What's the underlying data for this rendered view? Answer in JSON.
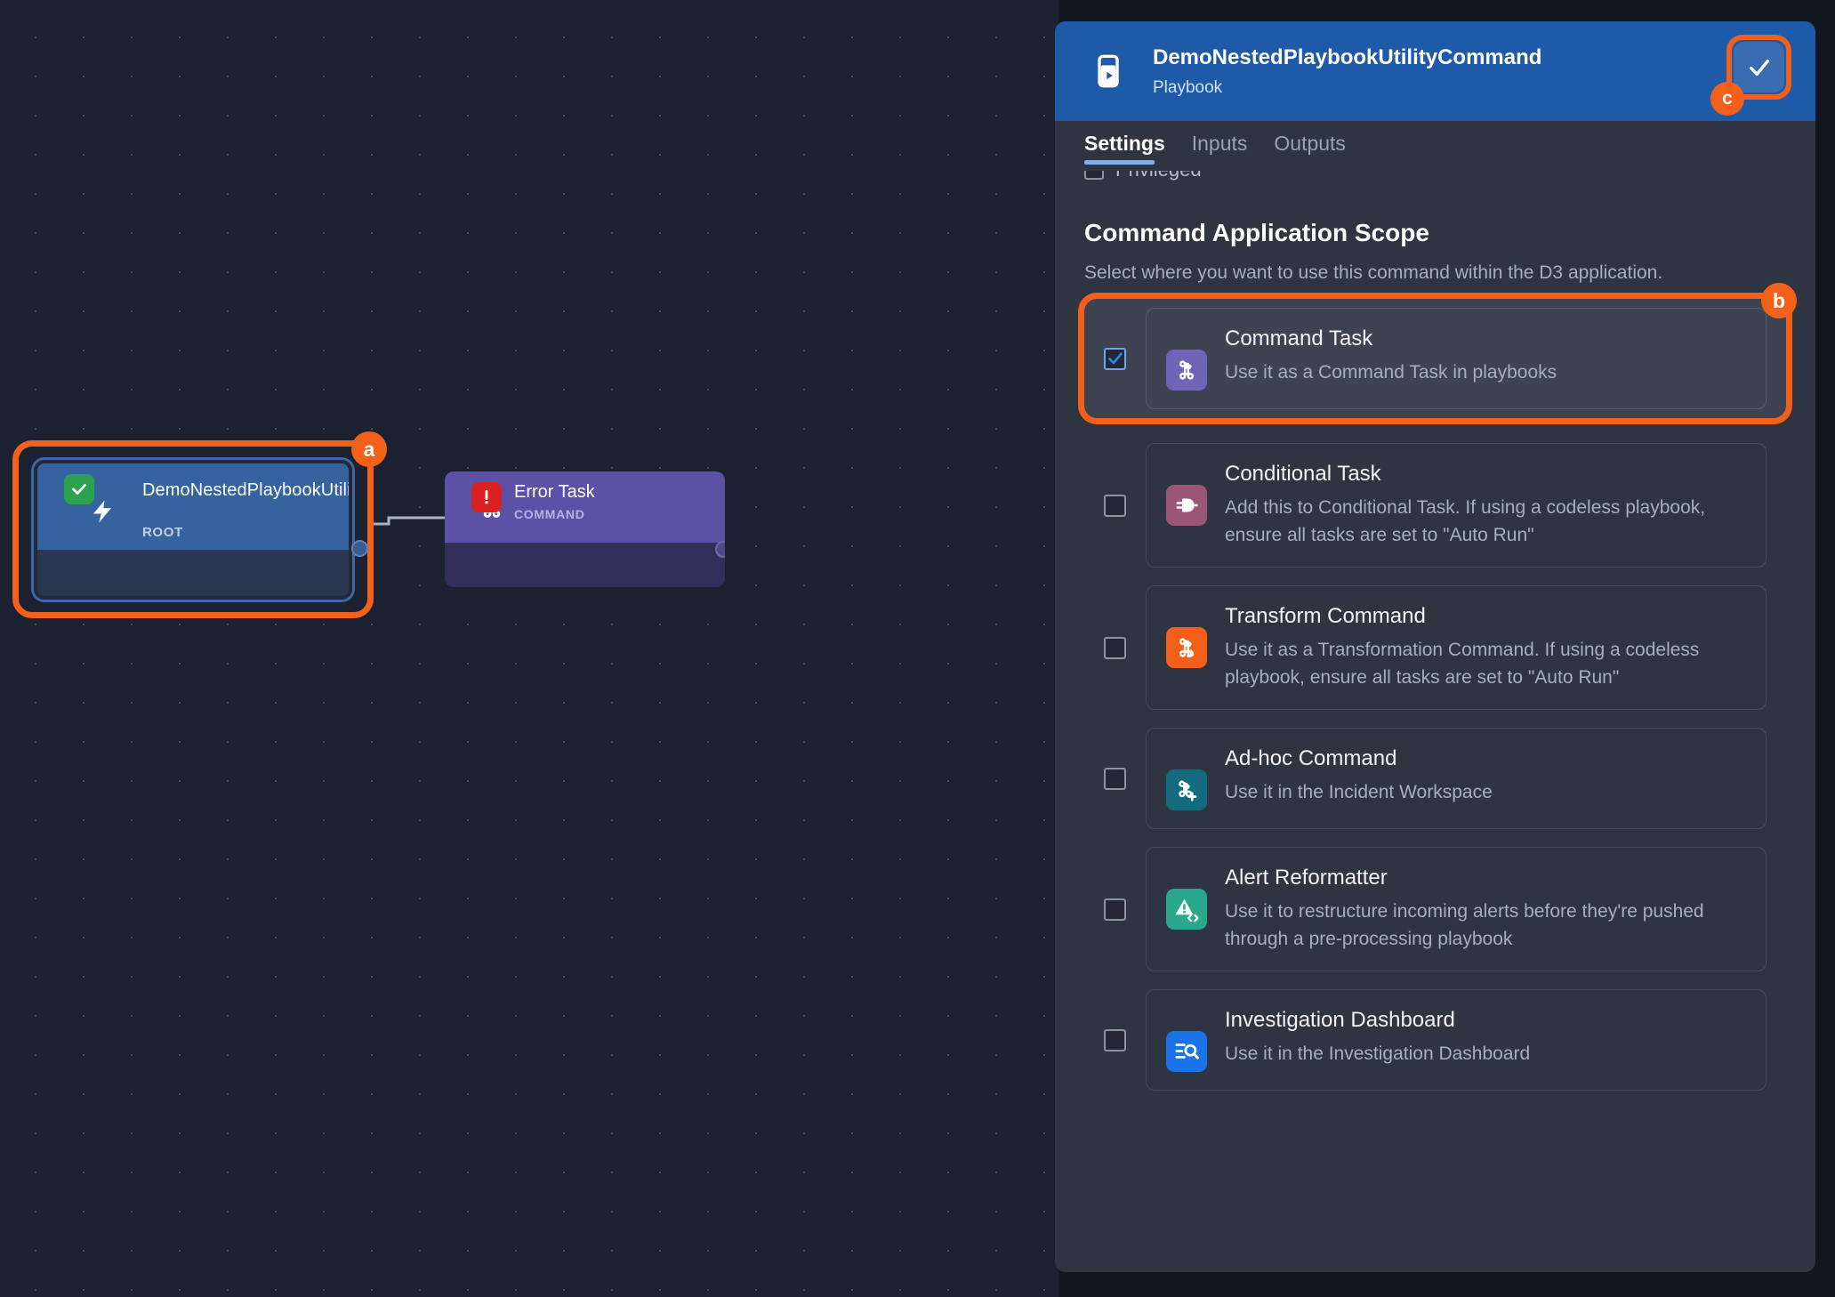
{
  "canvas": {
    "nodes": [
      {
        "id": "root",
        "title": "DemoNestedPlaybookUtilityCommand",
        "kind": "ROOT",
        "icon": "lightning-bolt-icon",
        "status_badge": "check-badge",
        "header_color": "#35639f"
      },
      {
        "id": "error-task",
        "title": "Error Task",
        "kind": "COMMAND",
        "icon": "command-icon",
        "status_badge": "exclamation-badge",
        "header_color": "#5c51a6"
      }
    ]
  },
  "markers": {
    "a": "a",
    "b": "b",
    "c": "c",
    "color": "#f2601a"
  },
  "panel": {
    "title": "DemoNestedPlaybookUtilityCommand",
    "subtitle": "Playbook",
    "header_color": "#1e5aa8",
    "save_label": "✓",
    "tabs": [
      {
        "label": "Settings",
        "active": true
      },
      {
        "label": "Inputs",
        "active": false
      },
      {
        "label": "Outputs",
        "active": false
      }
    ],
    "clipped_option": {
      "label": "Privileged",
      "checked": false
    },
    "section": {
      "title": "Command Application Scope",
      "description": "Select where you want to use this command within the D3 application."
    },
    "options": [
      {
        "name": "Command Task",
        "description": "Use it as a Command Task in playbooks",
        "checked": true,
        "highlighted": true,
        "icon": "command-icon",
        "icon_color": "#6f64b8"
      },
      {
        "name": "Conditional Task",
        "description": "Add this to Conditional Task. If using a codeless playbook, ensure all tasks are set to \"Auto Run\"",
        "checked": false,
        "highlighted": false,
        "icon": "logic-gate-icon",
        "icon_color": "#9b5577"
      },
      {
        "name": "Transform Command",
        "description": "Use it as a Transformation Command. If using a codeless playbook, ensure all tasks are set to \"Auto Run\"",
        "checked": false,
        "highlighted": false,
        "icon": "command-transform-icon",
        "icon_color": "#f2601a"
      },
      {
        "name": "Ad-hoc Command",
        "description": "Use it in the Incident Workspace",
        "checked": false,
        "highlighted": false,
        "icon": "command-plus-icon",
        "icon_color": "#136b80"
      },
      {
        "name": "Alert Reformatter",
        "description": "Use it to restructure incoming alerts before they're pushed through a pre-processing playbook",
        "checked": false,
        "highlighted": false,
        "icon": "alert-code-icon",
        "icon_color": "#2aa88c"
      },
      {
        "name": "Investigation Dashboard",
        "description": "Use it in the Investigation Dashboard",
        "checked": false,
        "highlighted": false,
        "icon": "list-search-icon",
        "icon_color": "#1a73e8"
      }
    ]
  }
}
